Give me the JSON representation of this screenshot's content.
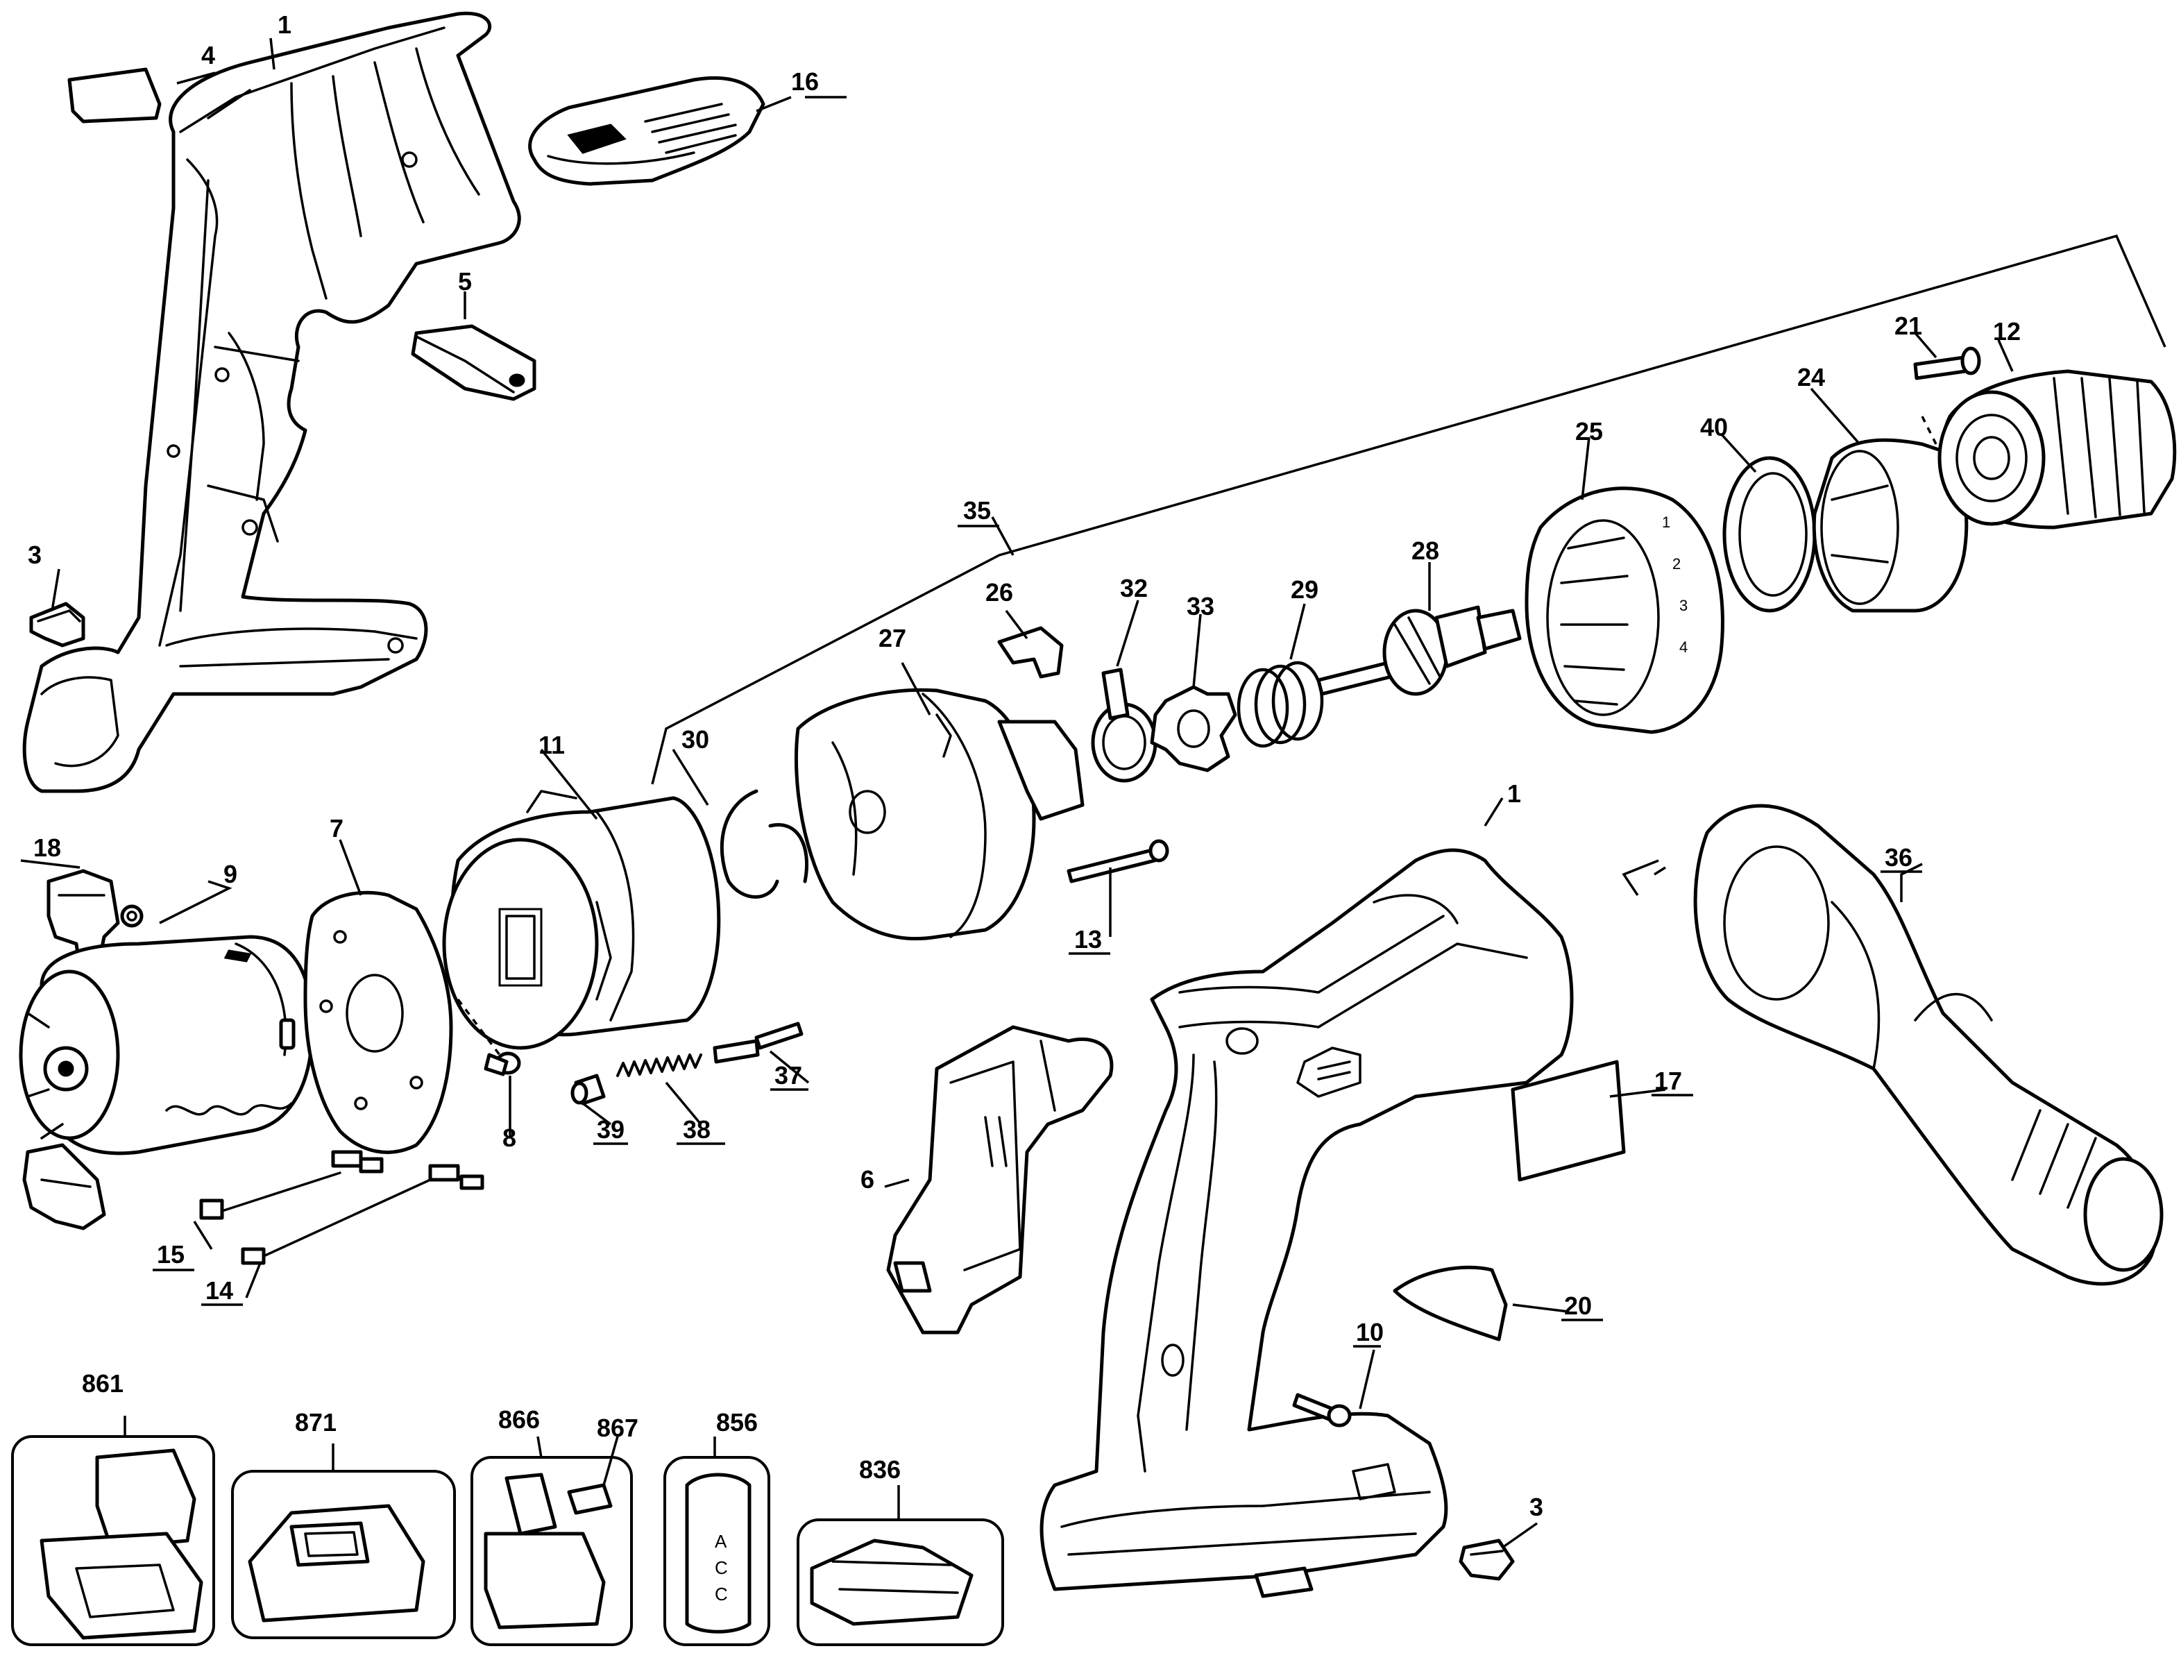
{
  "callouts": {
    "c1a": "1",
    "c1b": "1",
    "c3a": "3",
    "c3b": "3",
    "c4": "4",
    "c5": "5",
    "c6": "6",
    "c7": "7",
    "c8": "8",
    "c9": "9",
    "c10": "10",
    "c11": "11",
    "c12": "12",
    "c13": "13",
    "c14": "14",
    "c15": "15",
    "c16": "16",
    "c17": "17",
    "c18": "18",
    "c20": "20",
    "c21": "21",
    "c24": "24",
    "c25": "25",
    "c26": "26",
    "c27": "27",
    "c28": "28",
    "c29": "29",
    "c30": "30",
    "c32": "32",
    "c33": "33",
    "c35": "35",
    "c36": "36",
    "c37": "37",
    "c38": "38",
    "c39": "39",
    "c40": "40",
    "c836": "836",
    "c856": "856",
    "c861": "861",
    "c866": "866",
    "c867": "867",
    "c871": "871"
  },
  "accessory_label": "ACC"
}
